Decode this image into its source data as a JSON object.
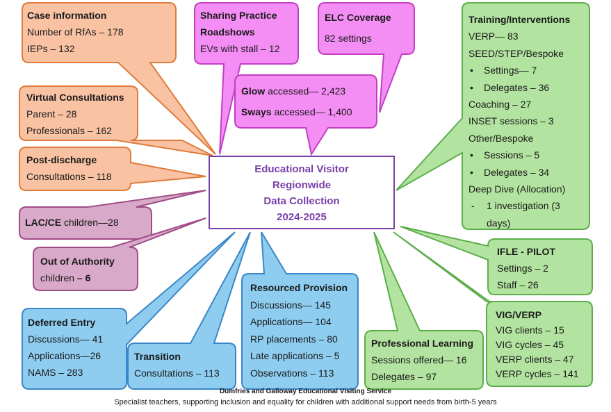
{
  "center": {
    "lines": [
      "Educational Visitor",
      "Regionwide",
      "Data Collection",
      "2024-2025"
    ]
  },
  "case_information": {
    "title": "Case information",
    "rfas": "Number of RfAs – 178",
    "ieps": "IEPs – 132"
  },
  "sharing_practice": {
    "title_1": "Sharing Practice",
    "title_2": "Roadshows",
    "evs": "EVs with stall – 12"
  },
  "elc_coverage": {
    "title": "ELC Coverage",
    "settings": "82 settings"
  },
  "glow_sways": {
    "glow_bold": "Glow",
    "glow_text": " accessed— 2,423",
    "sways_bold": "Sways",
    "sways_text": " accessed— 1,400"
  },
  "virtual_consultations": {
    "title": "Virtual Consultations",
    "parent": "Parent – 28",
    "professionals": "Professionals – 162"
  },
  "post_discharge": {
    "title": "Post-discharge",
    "consultations": "Consultations – 118"
  },
  "lac_ce": {
    "bold": "LAC/CE",
    "text": " children—28"
  },
  "out_of_authority": {
    "title": "Out of Authority",
    "children_pre": "children ",
    "children_bold": "– 6"
  },
  "training": {
    "title": "Training/Interventions",
    "verp": "VERP— 83",
    "seed": "SEED/STEP/Bespoke",
    "settings": "Settings— 7",
    "delegates": "Delegates – 36",
    "coaching": "Coaching – 27",
    "inset": "INSET sessions – 3",
    "other": "Other/Bespoke",
    "sessions": "Sessions – 5",
    "other_delegates": "Delegates – 34",
    "deep_dive": "Deep Dive (Allocation)",
    "investigation_1": "1 investigation (3",
    "investigation_2": "days)"
  },
  "ifle": {
    "title": "IFLE - PILOT",
    "settings": "Settings – 2",
    "staff": "Staff – 26"
  },
  "vig_verp": {
    "title": "VIG/VERP",
    "vig_clients": "VIG clients – 15",
    "vig_cycles": "VIG cycles – 45",
    "verp_clients": "VERP clients – 47",
    "verp_cycles": "VERP cycles – 141"
  },
  "deferred_entry": {
    "title": "Deferred Entry",
    "discussions": "Discussions— 41",
    "applications": "Applications—26",
    "nams": "NAMS – 283"
  },
  "transition": {
    "title": "Transition",
    "consultations": "Consultations – 113"
  },
  "resourced_provision": {
    "title": "Resourced Provision",
    "discussions": "Discussions— 145",
    "applications": "Applications— 104",
    "placements": "RP placements – 80",
    "late": "Late applications – 5",
    "observations": "Observations – 113"
  },
  "professional_learning": {
    "title": "Professional Learning",
    "sessions": "Sessions offered— 16",
    "delegates": "Delegates – 97"
  },
  "footer": {
    "org": "Dumfries and Galloway Educational Visiting Service",
    "tagline": "Specialist teachers, supporting inclusion and equality for children with additional support needs from birth-5 years"
  },
  "colors": {
    "orange_fill": "#f8c2a3",
    "orange_stroke": "#e07b39",
    "magenta_fill": "#f48df4",
    "magenta_stroke": "#c43ec4",
    "mauve_fill": "#d8a9c8",
    "mauve_stroke": "#a04c86",
    "blue_fill": "#8ecdf0",
    "blue_stroke": "#3a86c8",
    "green_fill": "#b3e3a0",
    "green_stroke": "#5cae4a",
    "center_purple": "#7a3fa8"
  }
}
